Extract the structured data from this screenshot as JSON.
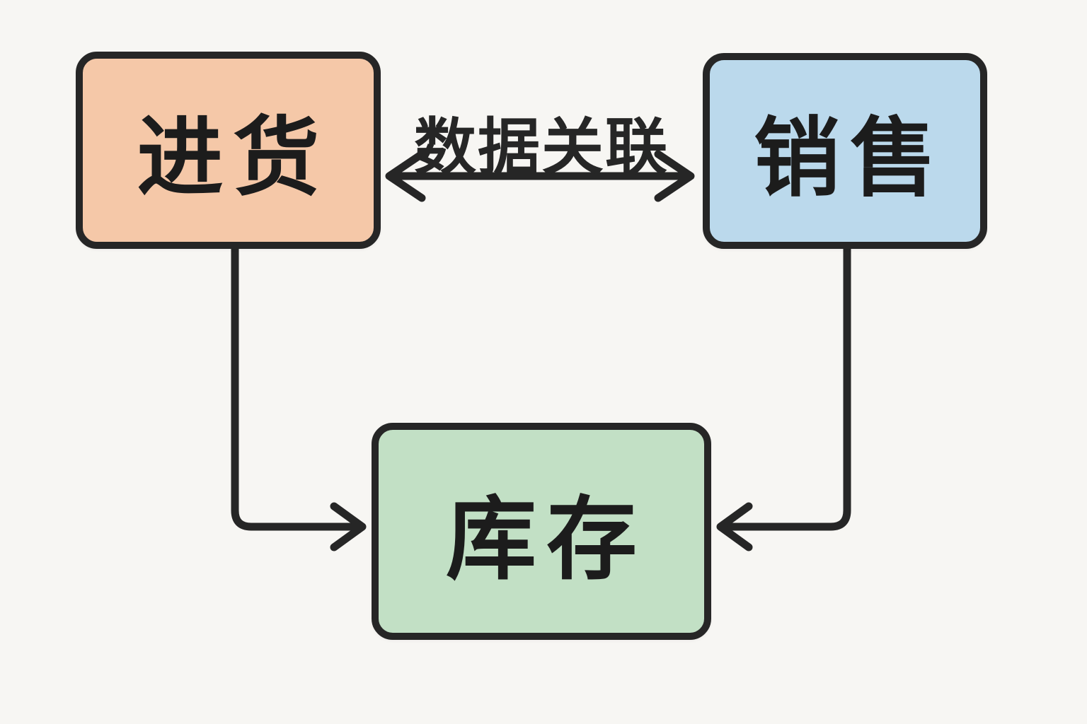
{
  "canvas": {
    "background_color": "#f7f6f3",
    "stroke_color": "#262626"
  },
  "diagram": {
    "nodes": [
      {
        "id": "purchase",
        "label": "进货",
        "fill": "#f5c8a8",
        "position": "top-left"
      },
      {
        "id": "sales",
        "label": "销售",
        "fill": "#bbd9ec",
        "position": "top-right"
      },
      {
        "id": "inventory",
        "label": "库存",
        "fill": "#c2e0c5",
        "position": "bottom-center"
      }
    ],
    "edges": [
      {
        "from": "purchase",
        "to": "sales",
        "label": "数据关联",
        "direction": "bidirectional"
      },
      {
        "from": "purchase",
        "to": "inventory",
        "label": "",
        "direction": "one-way"
      },
      {
        "from": "sales",
        "to": "inventory",
        "label": "",
        "direction": "one-way"
      }
    ]
  }
}
